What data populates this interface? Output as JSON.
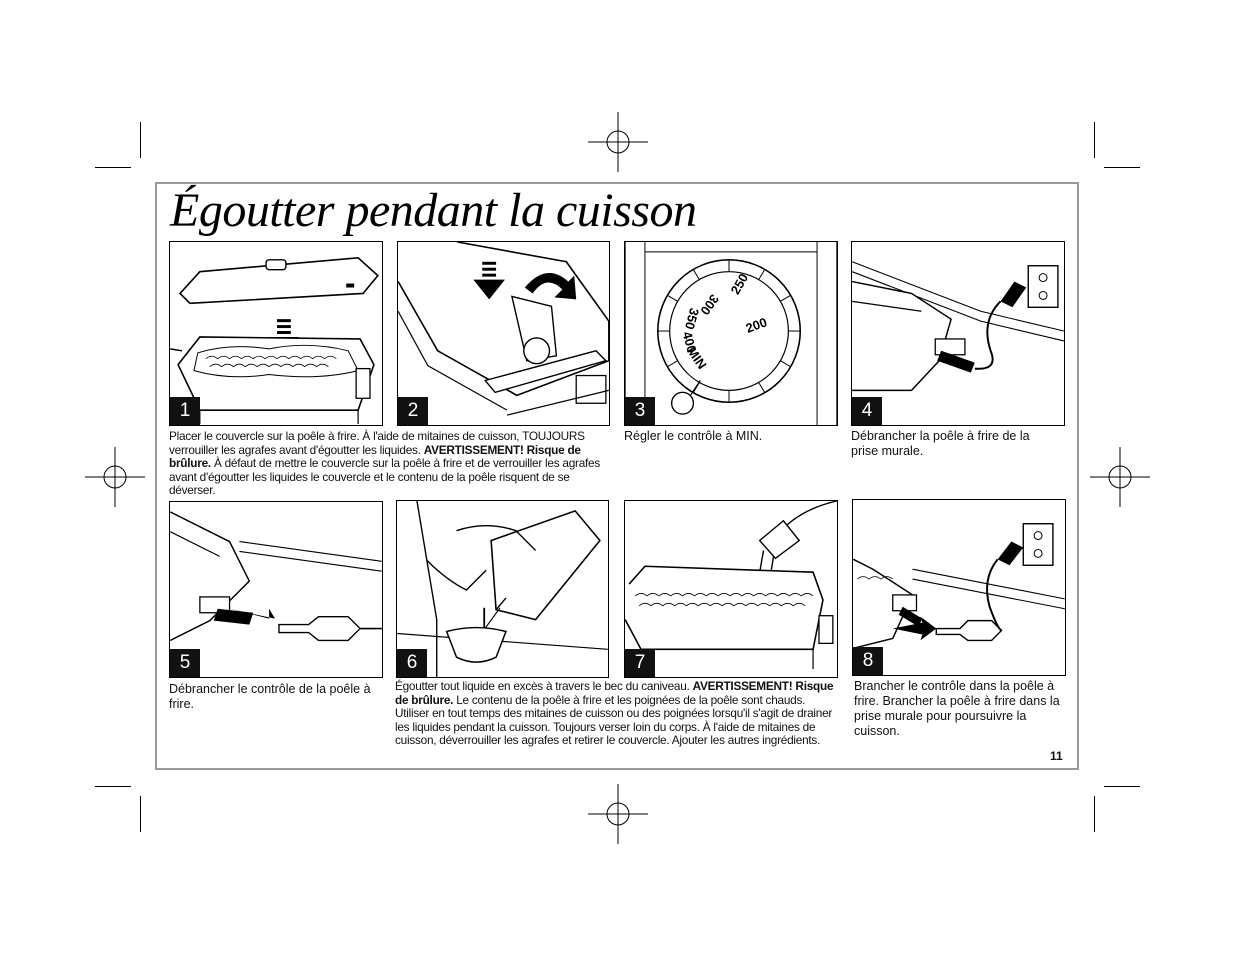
{
  "page": {
    "title": "Égoutter pendant la cuisson",
    "page_number": "11"
  },
  "steps": [
    {
      "num": "1"
    },
    {
      "num": "2"
    },
    {
      "num": "3"
    },
    {
      "num": "4"
    },
    {
      "num": "5"
    },
    {
      "num": "6"
    },
    {
      "num": "7"
    },
    {
      "num": "8"
    }
  ],
  "dial": {
    "labels": [
      "MIN",
      "400",
      "350",
      "300",
      "250",
      "200"
    ]
  },
  "captions": {
    "c12": {
      "p1": "Placer le couvercle sur la poêle à frire. À l'aide de mitaines de cuisson, TOUJOURS verrouiller les agrafes avant d'égoutter les liquides. ",
      "w1": "AVERTISSEMENT! Risque de brûlure.",
      "p2": " À défaut de mettre le couvercle sur la poêle à frire et de verrouiller les agrafes avant d'égoutter les liquides le couvercle et le contenu de la poêle risquent de se déverser."
    },
    "c3": "Régler le contrôle à MIN.",
    "c4": "Débrancher la poêle à frire de la prise murale.",
    "c5": "Débrancher le contrôle de la poêle à frire.",
    "c67": {
      "p1": "Égoutter tout liquide en excès à travers le bec du caniveau. ",
      "w1": "AVERTISSEMENT! Risque de brûlure.",
      "p2": " Le contenu de la poêle à frire et les poignées de la poêle sont chauds. Utiliser en tout temps des mitaines de cuisson ou des poignées lorsqu'il s'agit de drainer les liquides pendant la cuisson. Toujours verser loin du corps. À l'aide de mitaines de cuisson, déverrouiller les agrafes et retirer le couvercle. Ajouter les autres ingrédients."
    },
    "c8": "Brancher le contrôle dans la poêle à frire. Brancher la poêle à frire dans la prise murale pour poursuivre la cuisson."
  }
}
